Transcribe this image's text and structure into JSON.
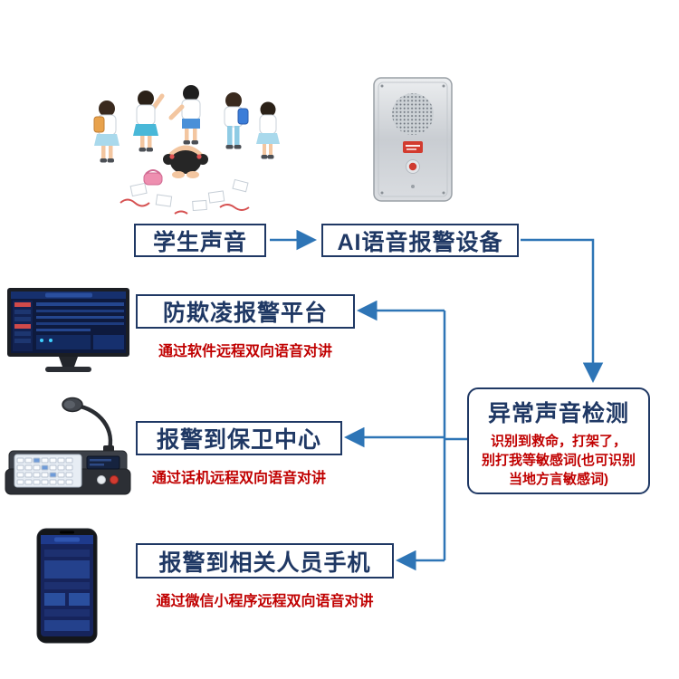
{
  "colors": {
    "node_border": "#1f3864",
    "node_text": "#1f3864",
    "arrow": "#2e75b6",
    "caption": "#c00000"
  },
  "nodes": {
    "student_voice": {
      "label": "学生声音"
    },
    "ai_device": {
      "label": "AI语音报警设备"
    },
    "platform": {
      "label": "防欺凌报警平台",
      "caption": "通过软件远程双向语音对讲"
    },
    "security_center": {
      "label": "报警到保卫中心",
      "caption": "通过话机远程双向语音对讲"
    },
    "mobile": {
      "label": "报警到相关人员手机",
      "caption": "通过微信小程序远程双向语音对讲"
    },
    "detection": {
      "label": "异常声音检测",
      "caption_lines": [
        "识别到救命，打架了，",
        "别打我等敏感词(也可识别",
        "当地方言敏感词)"
      ]
    }
  },
  "images": {
    "bullying": "bullying-students-illustration",
    "device": "wall-mounted-ai-alarm-intercom",
    "monitor": "alarm-platform-monitor",
    "console": "paging-microphone-console",
    "phone": "smartphone-app"
  }
}
